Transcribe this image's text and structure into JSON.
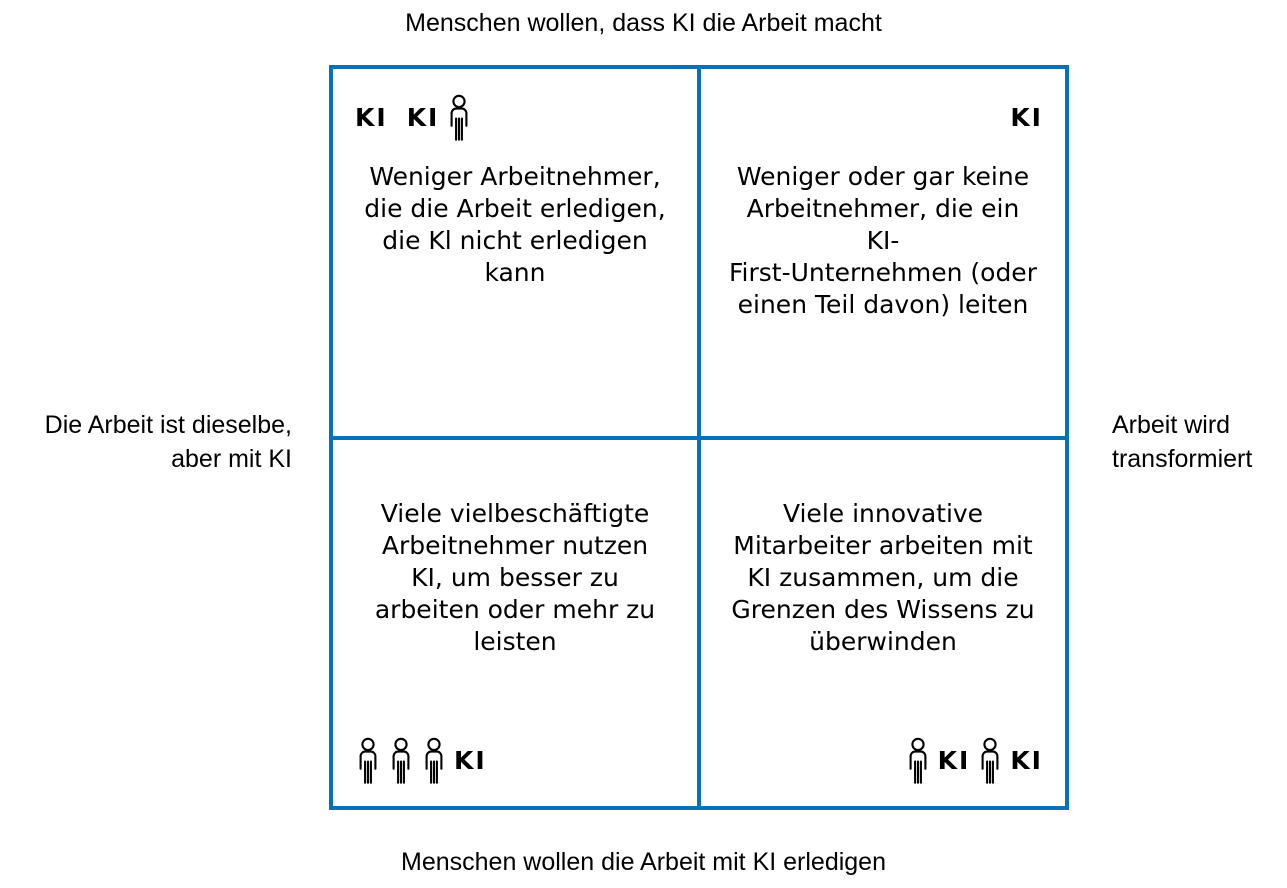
{
  "axes": {
    "top_label": "Menschen wollen, dass KI die Arbeit macht",
    "bottom_label": "Menschen wollen die Arbeit mit KI erledigen",
    "left_label": "Die Arbeit ist dieselbe,\naber mit KI",
    "right_label": "Arbeit wird\ntransformiert"
  },
  "colors": {
    "border": "#0571b8",
    "text": "#000000",
    "background": "#ffffff"
  },
  "ki_label": "KI",
  "quadrants": {
    "top_left": {
      "text": "Weniger Arbeitnehmer,\ndie die Arbeit erledigen,\ndie Kl nicht erledigen\nkann",
      "marks": [
        "KI",
        "KI",
        "person"
      ],
      "marks_position": "top",
      "marks_align": "left"
    },
    "top_right": {
      "text": "Weniger oder gar keine\nArbeitnehmer, die ein KI-\nFirst-Unternehmen (oder\neinen Teil davon) leiten",
      "marks": [
        "KI"
      ],
      "marks_position": "top",
      "marks_align": "right"
    },
    "bottom_left": {
      "text": "Viele vielbeschäftigte\nArbeitnehmer nutzen\nKI, um besser zu\narbeiten oder mehr zu\nleisten",
      "marks": [
        "person",
        "person",
        "person",
        "KI"
      ],
      "marks_position": "bottom",
      "marks_align": "left"
    },
    "bottom_right": {
      "text": "Viele innovative\nMitarbeiter arbeiten mit\nKI zusammen, um die\nGrenzen des Wissens zu\nüberwinden",
      "marks": [
        "person",
        "KI",
        "person",
        "KI"
      ],
      "marks_position": "bottom",
      "marks_align": "right"
    }
  }
}
